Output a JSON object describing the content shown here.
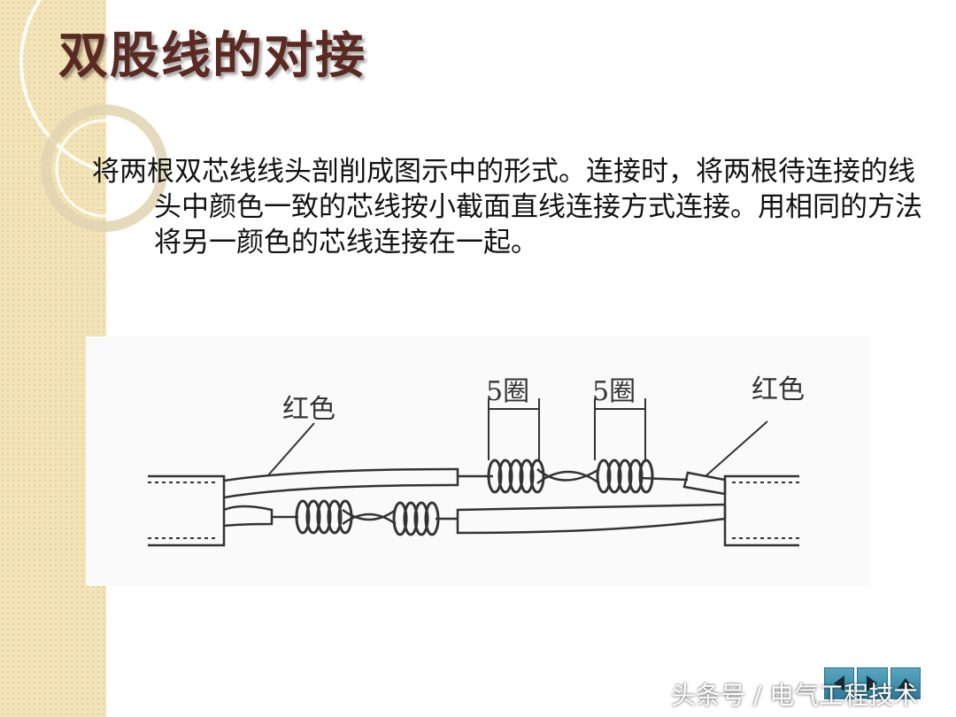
{
  "slide": {
    "title": "双股线的对接",
    "body": "将两根双芯线线头剖削成图示中的形式。连接时，将两根待连接的线头中颜色一致的芯线按小截面直线连接方式连接。用相同的方法将另一颜色的芯线连接在一起。"
  },
  "figure": {
    "label_left": "红色",
    "label_right": "红色",
    "turns_left": "5圈",
    "turns_right": "5圈"
  },
  "nav": {
    "buttons": [
      "previous",
      "next",
      "home"
    ]
  },
  "watermark": "头条号 / 电气工程技术"
}
